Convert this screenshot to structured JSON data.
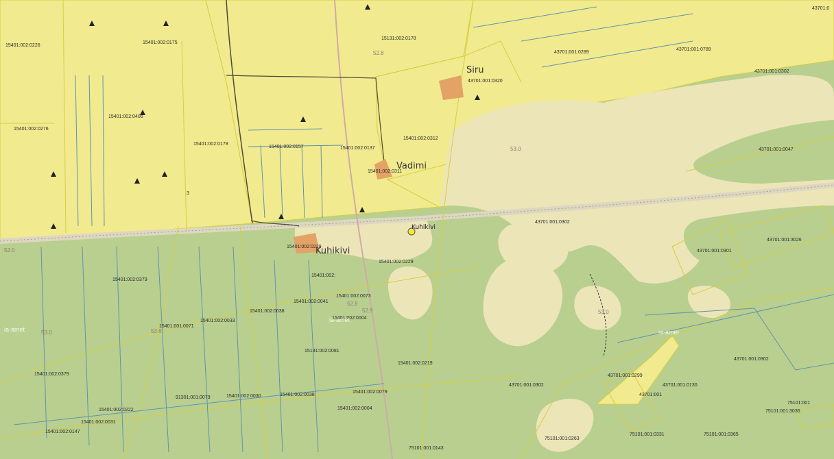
{
  "place_names": {
    "siru": "Siru",
    "vadimi": "Vadimi",
    "kuhikivi_village": "Kuhikivi",
    "kuhikivi_poi": "Kuhikivi"
  },
  "edge_numbers": {
    "top_right": "43701:0",
    "row_marker": "3"
  },
  "watermark_text": "ia-amet",
  "elevations": [
    "52.8",
    "53.0",
    "52.0",
    "52.8",
    "52.9",
    "53.0",
    "53.6",
    "53.0"
  ],
  "parcels": [
    "15401:002:0226",
    "15401:002:0175",
    "15131:002:0178",
    "43701:001:0289",
    "43701:001:0789",
    "43701:001:0302",
    "43701:001:0320",
    "15401:002:0406",
    "15401:002:0276",
    "15401:002:0178",
    "15401:002:0157",
    "15401:002:0137",
    "15401:002:0312",
    "15401:002:0311",
    "43701:001:0047",
    "43701:001:0302",
    "43701:001:0301",
    "43701:001:3026",
    "15401:002:0229",
    "15401:002:0229",
    "15401:002:0379",
    "15401:002:",
    "15401:002:0073",
    "15401:002:0041",
    "15401:002:0004",
    "15401:002:0033",
    "15401:002:0038",
    "15401:001:0071",
    "15131:002:0081",
    "15401:002:0219",
    "15401:002:0379",
    "91301:001:0079",
    "15401:002:0030",
    "15401:002:0038",
    "15401:002:0079",
    "15401:002:0222",
    "15401:002:0004",
    "15401:002:0031",
    "15401:002:0147",
    "43701:001:0302",
    "43701:001:0299",
    "43701:001:0130",
    "43701:001",
    "43701:001:0302",
    "75101:001:3036",
    "75101:001:0263",
    "75101:001:0331",
    "75101:001:0365",
    "75101:001:0143",
    "75101:001"
  ],
  "colors": {
    "field_yellow": "#f1ea8f",
    "green_base": "#b9cf8f",
    "open_cream": "#ece5b8",
    "road": "#ddd7c2",
    "boundary": "#d7cf40",
    "ditch": "#5f93ad",
    "building_orange": "#e3a266"
  }
}
